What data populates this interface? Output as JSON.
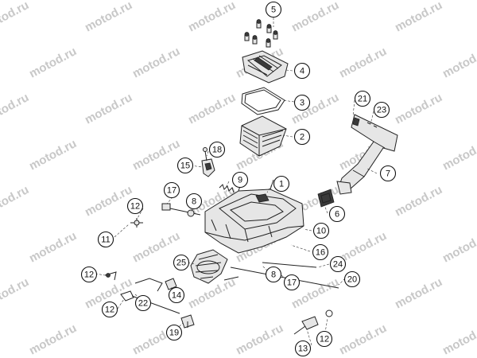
{
  "watermark": {
    "text": "motod.ru",
    "color": "#c8c8c8"
  },
  "callouts": [
    {
      "id": "c5",
      "label": "5"
    },
    {
      "id": "c4",
      "label": "4"
    },
    {
      "id": "c3",
      "label": "3"
    },
    {
      "id": "c21",
      "label": "21"
    },
    {
      "id": "c23",
      "label": "23"
    },
    {
      "id": "c2",
      "label": "2"
    },
    {
      "id": "c18",
      "label": "18"
    },
    {
      "id": "c15",
      "label": "15"
    },
    {
      "id": "c9",
      "label": "9"
    },
    {
      "id": "c1",
      "label": "1"
    },
    {
      "id": "c7",
      "label": "7"
    },
    {
      "id": "c17a",
      "label": "17"
    },
    {
      "id": "c8a",
      "label": "8"
    },
    {
      "id": "c12a",
      "label": "12"
    },
    {
      "id": "c6",
      "label": "6"
    },
    {
      "id": "c10",
      "label": "10"
    },
    {
      "id": "c11",
      "label": "11"
    },
    {
      "id": "c16",
      "label": "16"
    },
    {
      "id": "c25",
      "label": "25"
    },
    {
      "id": "c24",
      "label": "24"
    },
    {
      "id": "c12b",
      "label": "12"
    },
    {
      "id": "c8b",
      "label": "8"
    },
    {
      "id": "c20",
      "label": "20"
    },
    {
      "id": "c17b",
      "label": "17"
    },
    {
      "id": "c14",
      "label": "14"
    },
    {
      "id": "c22",
      "label": "22"
    },
    {
      "id": "c12c",
      "label": "12"
    },
    {
      "id": "c19",
      "label": "19"
    },
    {
      "id": "c12d",
      "label": "12"
    },
    {
      "id": "c13",
      "label": "13"
    }
  ]
}
